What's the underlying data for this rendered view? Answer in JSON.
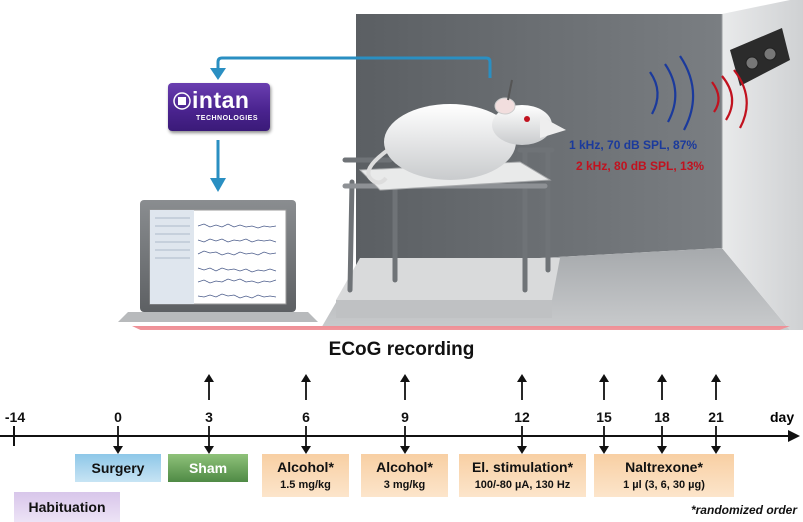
{
  "stimuli": {
    "standard": "1 kHz, 70 dB SPL, 87%",
    "deviant": "2 kHz, 80 dB SPL, 13%",
    "standard_color": "#1b3a9c",
    "deviant_color": "#c1121f"
  },
  "logo": {
    "brand": "intan",
    "subtitle": "TECHNOLOGIES"
  },
  "banner": "ECoG recording",
  "timeline": {
    "unit": "day",
    "ticks": [
      "-14",
      "0",
      "3",
      "6",
      "9",
      "12",
      "15",
      "18",
      "21"
    ]
  },
  "sessions": {
    "surgery": "Surgery",
    "sham": "Sham",
    "alcohol_1": {
      "name": "Alcohol*",
      "dose": "1.5 mg/kg"
    },
    "alcohol_2": {
      "name": "Alcohol*",
      "dose": "3 mg/kg"
    },
    "stimulation": {
      "name": "El. stimulation*",
      "params": "100/-80 µA, 130 Hz"
    },
    "naltrexone": {
      "name": "Naltrexone*",
      "dose": "1 µl (3, 6, 30 µg)"
    },
    "habituation": "Habituation"
  },
  "footnote": "*randomized order"
}
